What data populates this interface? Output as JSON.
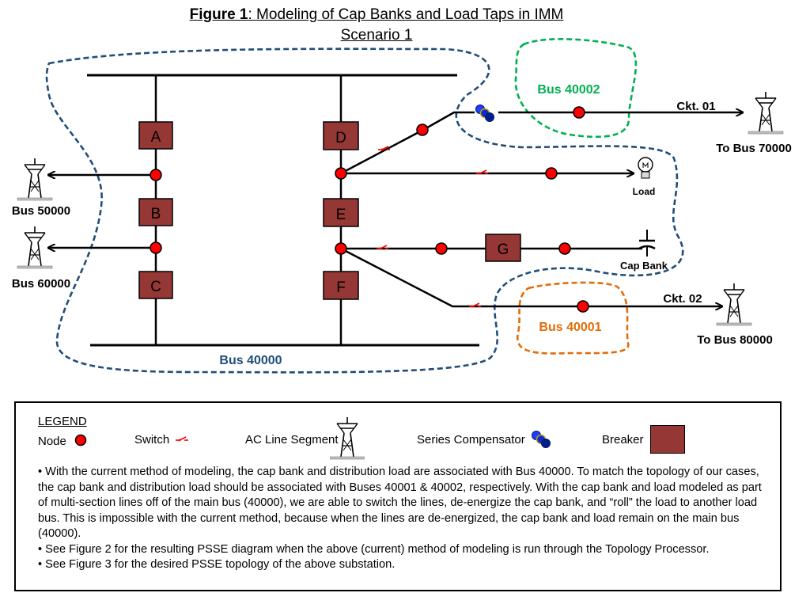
{
  "title": {
    "figure_label": "Figure 1",
    "title_rest": ":  Modeling of Cap Banks and Load Taps in IMM",
    "subtitle": "Scenario 1"
  },
  "breakers": [
    "A",
    "B",
    "C",
    "D",
    "E",
    "F",
    "G"
  ],
  "bus_labels": {
    "bus_40000": "Bus 40000",
    "bus_40001": "Bus 40001",
    "bus_40002": "Bus 40002",
    "bus_50000": "Bus 50000",
    "bus_60000": "Bus 60000",
    "to_bus_70000": "To Bus 70000",
    "to_bus_80000": "To Bus 80000"
  },
  "circuit_labels": {
    "ckt_01": "Ckt. 01",
    "ckt_02": "Ckt. 02"
  },
  "equipment_labels": {
    "load": "Load",
    "cap_bank": "Cap Bank"
  },
  "legend": {
    "title": "LEGEND",
    "node": "Node",
    "switch": "Switch",
    "ac_line_segment": "AC Line Segment",
    "series_compensator": "Series Compensator",
    "breaker": "Breaker"
  },
  "notes": [
    "• With the current method of modeling, the cap bank and distribution load are associated with Bus 40000.  To match the topology of our cases, the cap bank and distribution load should be associated with Buses 40001 & 40002, respectively.  With the cap bank and load modeled as part of multi-section lines off of the main bus (40000), we are able to switch the lines, de-energize the cap bank, and “roll” the load to another load bus.  This is impossible with the current method, because when the lines are de-energized, the cap bank and load remain on the main bus (40000).",
    "• See Figure 2 for the resulting PSSE diagram when the above (current) method of modeling is run through the Topology Processor.",
    "• See Figure 3 for the desired PSSE topology of the above substation."
  ],
  "colors": {
    "breaker_fill": "#953735",
    "node_fill": "#ff0000",
    "zone_40000": "#1f4e79",
    "zone_40002": "#00b050",
    "zone_40001": "#e36c09",
    "label_40000": "#1f4e79",
    "label_40002": "#00b050",
    "label_40001": "#e36c09",
    "switch": "#ff0000",
    "compensator": "#0033cc"
  }
}
